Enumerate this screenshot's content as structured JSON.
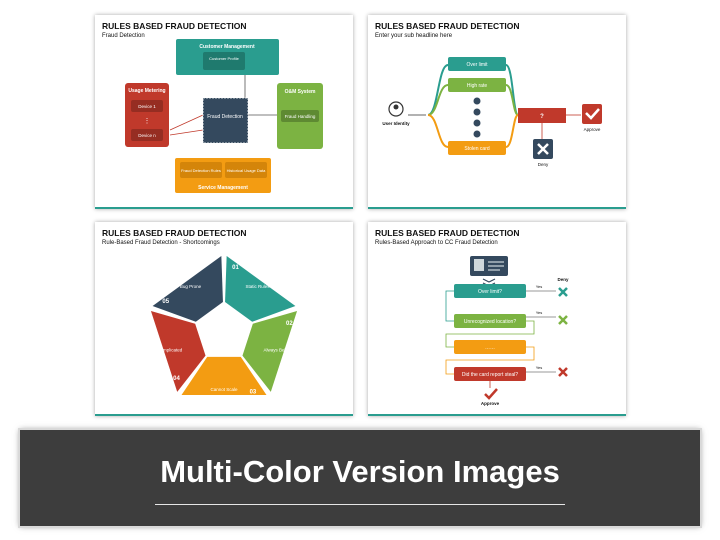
{
  "slides": [
    {
      "title": "RULES BASED FRAUD DETECTION",
      "subtitle": "Fraud Detection",
      "boxes": {
        "customer_management": "Customer Management",
        "customer_profile": "Customer Profile",
        "usage_metering": "Usage Metering",
        "device_1": "Device 1",
        "device_dots": "⋮",
        "device_n": "Device n",
        "fraud_detection": "Fraud Detection",
        "om_system": "O&M System",
        "fraud_handling": "Fraud Handling",
        "fraud_detection_rules": "Fraud Detection Rules",
        "historical_usage_data": "Historical Usage Data",
        "service_management": "Service Management"
      }
    },
    {
      "title": "RULES BASED FRAUD DETECTION",
      "subtitle": "Enter your sub headline here",
      "user_identity": "User Identity",
      "over_limit": "Over limit",
      "high_rate": "High rate",
      "stolen_card": "Stolen card",
      "question": "?",
      "approve": "Approve",
      "deny": "Deny"
    },
    {
      "title": "RULES BASED FRAUD DETECTION",
      "subtitle": "Rule-Based Fraud Detection - Shortcomings",
      "segments": [
        {
          "number": "01",
          "label": "Static Rules",
          "color": "#2a9d8f"
        },
        {
          "number": "02",
          "label": "Always Behind",
          "color": "#7cb342"
        },
        {
          "number": "03",
          "label": "Cannot Scale",
          "color": "#f39c12"
        },
        {
          "number": "04",
          "label": "Complicated",
          "color": "#c0392b"
        },
        {
          "number": "05",
          "label": "Bug Prone",
          "color": "#34495e"
        }
      ]
    },
    {
      "title": "RULES BASED FRAUD DETECTION",
      "subtitle": "Rules-Based Approach to CC Fraud Detection",
      "steps": [
        {
          "label": "Over limit?",
          "color": "#2a9d8f"
        },
        {
          "label": "Unrecognized location?",
          "color": "#7cb342"
        },
        {
          "label": "……",
          "color": "#f39c12"
        },
        {
          "label": "Did the card report steal?",
          "color": "#c0392b"
        }
      ],
      "yes": "Yes",
      "deny": "Deny",
      "approve": "Approve"
    }
  ],
  "banner": {
    "text": "Multi-Color Version Images"
  }
}
